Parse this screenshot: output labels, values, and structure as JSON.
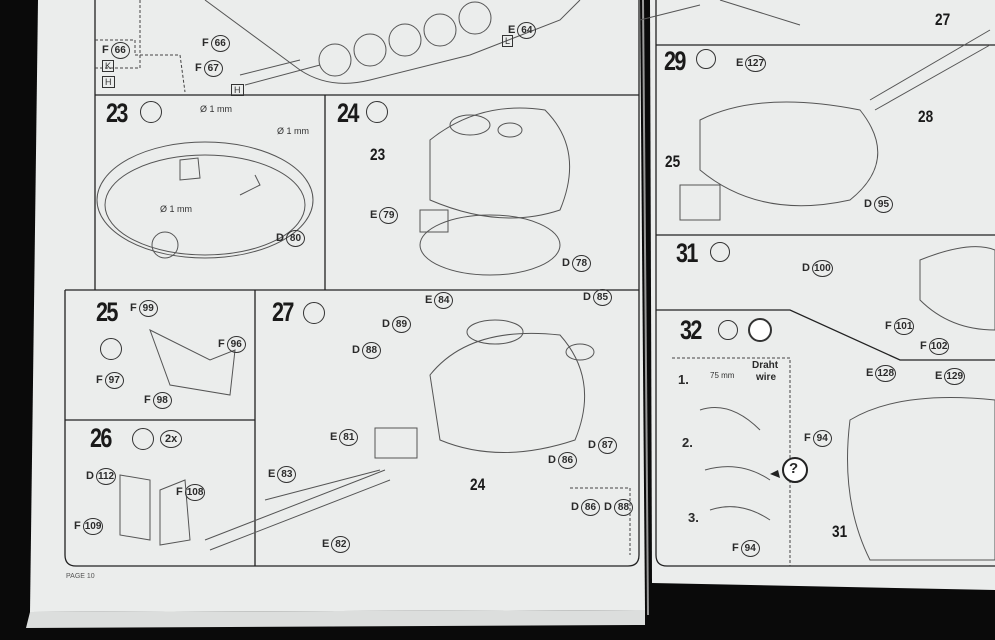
{
  "left_page": {
    "page_number": "PAGE 10",
    "steps": [
      "23",
      "24",
      "25",
      "26",
      "27"
    ],
    "multiplier": "2x",
    "parts": [
      {
        "prefix": "F",
        "num": "66"
      },
      {
        "prefix": "F",
        "num": "66"
      },
      {
        "prefix": "F",
        "num": "67"
      },
      {
        "prefix": "E",
        "num": "64"
      },
      {
        "prefix": "D",
        "num": "80"
      },
      {
        "prefix": "E",
        "num": "79"
      },
      {
        "prefix": "D",
        "num": "78"
      },
      {
        "prefix": "F",
        "num": "99"
      },
      {
        "prefix": "F",
        "num": "96"
      },
      {
        "prefix": "F",
        "num": "97"
      },
      {
        "prefix": "F",
        "num": "98"
      },
      {
        "prefix": "D",
        "num": "112"
      },
      {
        "prefix": "F",
        "num": "108"
      },
      {
        "prefix": "F",
        "num": "109"
      },
      {
        "prefix": "E",
        "num": "84"
      },
      {
        "prefix": "D",
        "num": "85"
      },
      {
        "prefix": "D",
        "num": "89"
      },
      {
        "prefix": "D",
        "num": "88"
      },
      {
        "prefix": "E",
        "num": "81"
      },
      {
        "prefix": "E",
        "num": "83"
      },
      {
        "prefix": "E",
        "num": "82"
      },
      {
        "prefix": "D",
        "num": "86"
      },
      {
        "prefix": "D",
        "num": "87"
      },
      {
        "prefix": "D",
        "num": "86"
      },
      {
        "prefix": "D",
        "num": "88"
      }
    ],
    "drill_labels": [
      "Ø 1 mm",
      "Ø 1 mm",
      "Ø 1 mm"
    ],
    "assembly_refs": [
      "23",
      "24"
    ],
    "marker_letters": [
      "K",
      "H",
      "H",
      "L"
    ]
  },
  "right_page": {
    "steps": [
      "29",
      "31",
      "32"
    ],
    "assembly_refs": [
      "27",
      "28",
      "25",
      "31"
    ],
    "parts": [
      {
        "prefix": "E",
        "num": "127"
      },
      {
        "prefix": "D",
        "num": "95"
      },
      {
        "prefix": "D",
        "num": "100"
      },
      {
        "prefix": "F",
        "num": "101"
      },
      {
        "prefix": "F",
        "num": "102"
      },
      {
        "prefix": "E",
        "num": "128"
      },
      {
        "prefix": "E",
        "num": "129"
      },
      {
        "prefix": "F",
        "num": "94"
      },
      {
        "prefix": "F",
        "num": "94"
      }
    ],
    "wire_steps": [
      "1.",
      "2.",
      "3."
    ],
    "wire_length": "75 mm",
    "wire_label_de": "Draht",
    "wire_label_en": "wire",
    "help_symbol": "?"
  }
}
